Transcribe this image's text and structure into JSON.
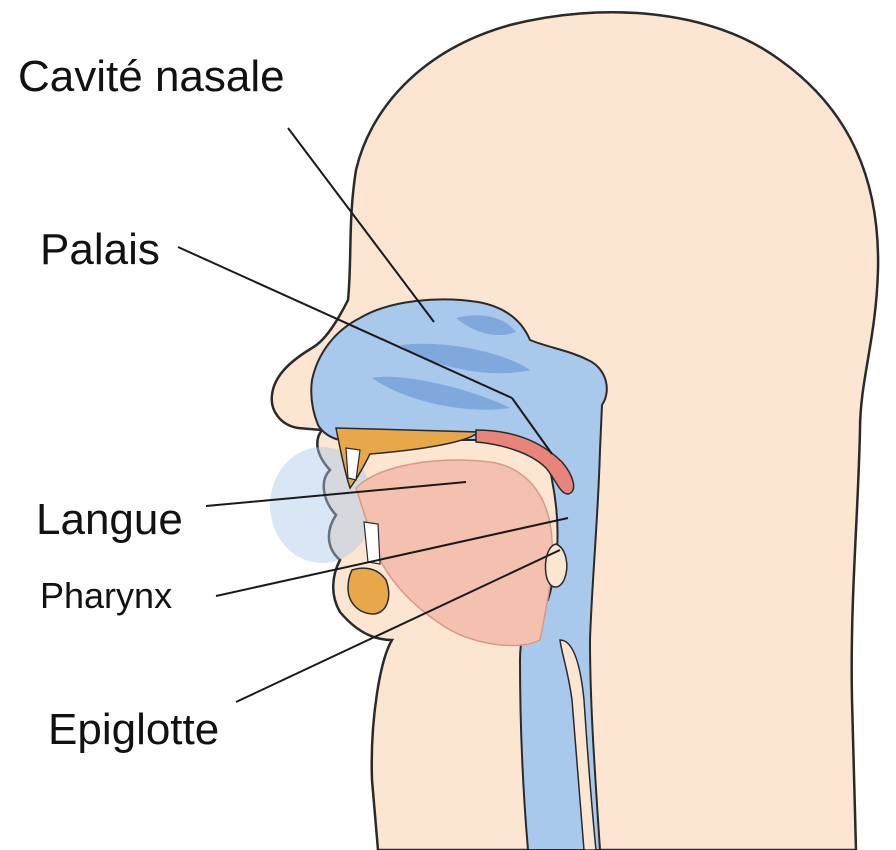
{
  "labels": {
    "cavite_nasale": "Cavité nasale",
    "palais": "Palais",
    "langue": "Langue",
    "pharynx": "Pharynx",
    "epiglotte": "Epiglotte"
  },
  "colors": {
    "skin": "#fce6d2",
    "airway": "#a8c8ec",
    "airway_dark": "#7fa8dc",
    "tongue": "#f4c0b0",
    "palate_soft": "#e8847a",
    "teeth_bone": "#e8a84a",
    "outline": "#2a2a2a",
    "leader_line": "#1a1a1a"
  }
}
